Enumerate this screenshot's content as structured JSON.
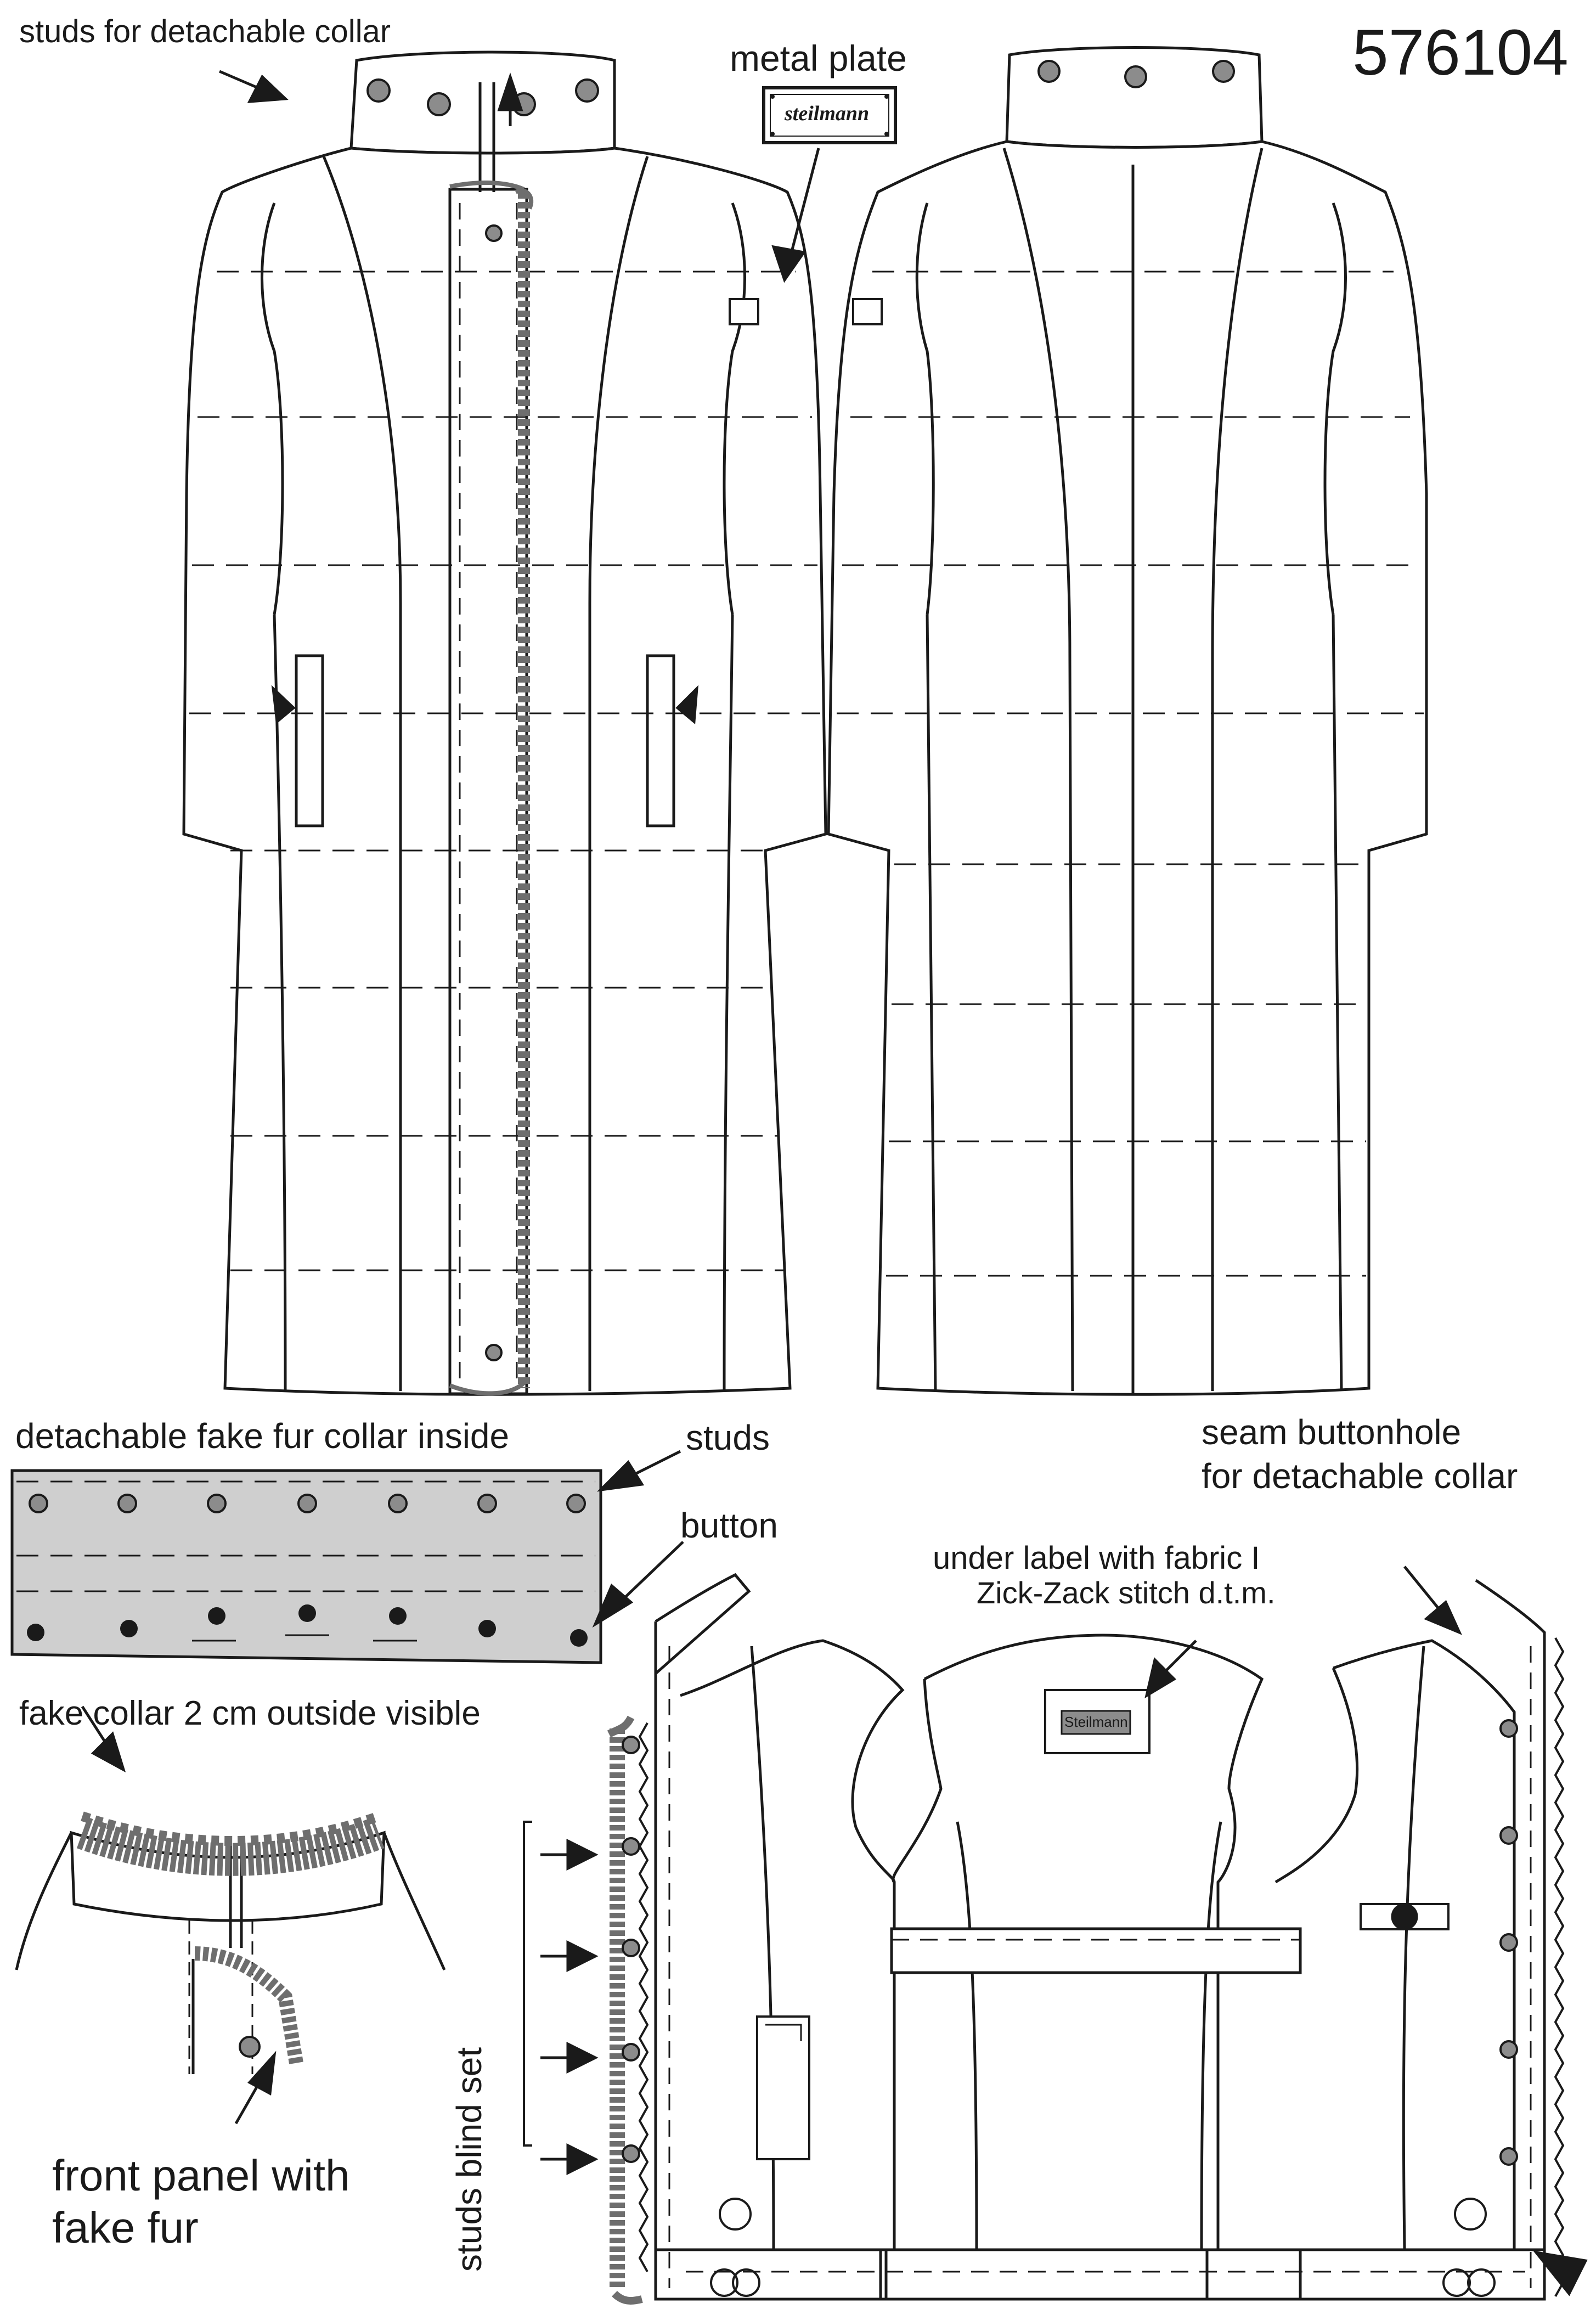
{
  "style_number": "576104",
  "labels": {
    "studs_detachable_collar": "studs for detachable collar",
    "metal_plate": "metal plate",
    "brand_plate_text": "steilmann",
    "detachable_fur_collar": "detachable fake fur collar inside",
    "studs": "studs",
    "button": "button",
    "seam_buttonhole_line1": "seam buttonhole",
    "seam_buttonhole_line2": "for detachable collar",
    "under_label_line1": "under label with fabric I",
    "under_label_line2": "Zick-Zack stitch d.t.m.",
    "inner_label_text": "Steilmann",
    "fake_collar_visible": "fake collar 2 cm outside visible",
    "studs_blind_set": "studs blind set",
    "front_panel_line1": "front panel with",
    "front_panel_line2": "fake fur"
  },
  "colors": {
    "line": "#1a1a1a",
    "stud_fill": "#8c8c8c",
    "collar_piece_fill": "#cfcfcf",
    "fur": "#6e6e6e",
    "fur_light": "#a8a8a8"
  }
}
